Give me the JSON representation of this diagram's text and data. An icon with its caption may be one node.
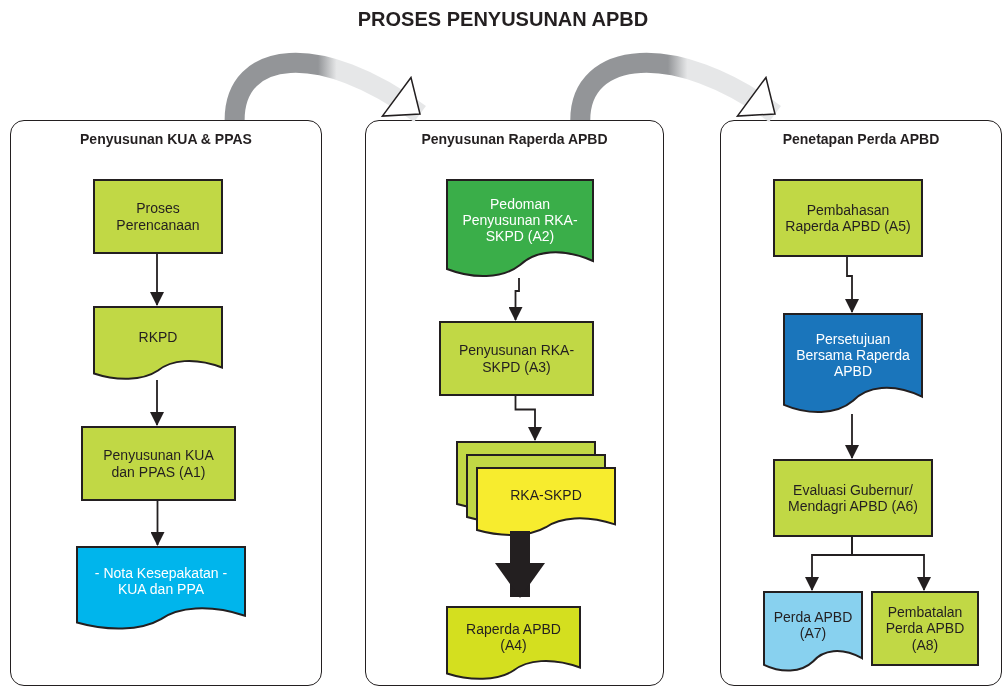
{
  "diagram": {
    "title": "PROSES PENYUSUNAN APBD",
    "nodes": [
      {
        "text": [
          "Penyusunan KUA & PPAS"
        ]
      },
      {
        "text": [
          "Proses Perencanaan"
        ],
        "in": 0
      },
      {
        "text": [
          "RKPD"
        ],
        "in": 0
      },
      {
        "text": [
          "Penyusunan KUA dan PPAS (A1)"
        ],
        "in": 0
      },
      {
        "text": [
          "- Nota Kesepakatan - KUA dan PPA"
        ],
        "in": 0
      },
      {
        "text": [
          "Penyusunan Raperda APBD"
        ]
      },
      {
        "text": [
          "Pedoman Penyusunan RKA-SKPD (A2)"
        ],
        "in": 5
      },
      {
        "text": [
          "Penyusunan RKA-SKPD (A3)"
        ],
        "in": 5
      },
      {
        "text": [
          "RKA-SKPD"
        ],
        "in": 5
      },
      {
        "text": [
          "Raperda APBD (A4)"
        ],
        "in": 5
      },
      {
        "text": [
          "Penetapan Perda APBD"
        ]
      },
      {
        "text": [
          "Pembahasan Raperda APBD (A5)"
        ],
        "in": 10
      },
      {
        "text": [
          "Persetujuan Bersama Raperda APBD"
        ],
        "in": 10
      },
      {
        "text": [
          "Evaluasi Gubernur/ Mendagri APBD (A6)"
        ],
        "in": 10
      },
      {
        "text": [
          "Perda APBD (A7)"
        ],
        "in": 10
      },
      {
        "text": [
          "Pembatalan Perda APBD (A8)"
        ],
        "in": 10
      }
    ],
    "edges": [
      {
        "from": 1,
        "to": 2,
        "arrow": "to"
      },
      {
        "from": 2,
        "to": 3,
        "arrow": "to"
      },
      {
        "from": 3,
        "to": 4,
        "arrow": "to"
      },
      {
        "from": 6,
        "to": 7,
        "arrow": "to"
      },
      {
        "from": 7,
        "to": 8,
        "arrow": "to"
      },
      {
        "from": 8,
        "to": 9,
        "arrow": "to",
        "style": "thick"
      },
      {
        "from": 11,
        "to": 12,
        "arrow": "to"
      },
      {
        "from": 12,
        "to": 13,
        "arrow": "to"
      },
      {
        "from": 13,
        "to": 14,
        "arrow": "to"
      },
      {
        "from": 13,
        "to": 15,
        "arrow": "to"
      },
      {
        "from": 0,
        "to": 5,
        "arrow": "to",
        "style": "thick"
      },
      {
        "from": 5,
        "to": 10,
        "arrow": "to",
        "style": "thick"
      }
    ]
  }
}
